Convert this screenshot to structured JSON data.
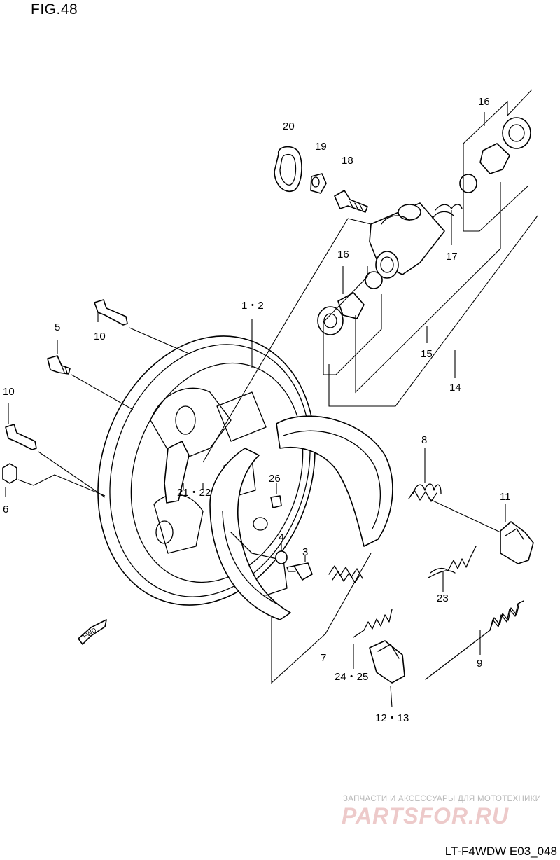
{
  "figure": {
    "title": "FIG.48",
    "code": "LT-F4WDW E03_048"
  },
  "watermark": {
    "tagline": "ЗАПЧАСТИ И АКСЕССУАРЫ ДЛЯ МОТОТЕХНИКИ",
    "logo": "PARTSFOR.RU"
  },
  "direction_arrow": "FWD",
  "callouts": {
    "c1_2": "1・2",
    "c3": "3",
    "c4": "4",
    "c5": "5",
    "c6": "6",
    "c7": "7",
    "c8": "8",
    "c9": "9",
    "c10a": "10",
    "c10b": "10",
    "c11": "11",
    "c12_13": "12・13",
    "c14": "14",
    "c15": "15",
    "c16a": "16",
    "c16b": "16",
    "c17": "17",
    "c18": "18",
    "c19": "19",
    "c20": "20",
    "c21_22": "21・22",
    "c23": "23",
    "c24_25": "24・25",
    "c26": "26"
  },
  "colors": {
    "line": "#000000",
    "background": "#ffffff",
    "watermark_red": "#e0a0a0",
    "watermark_grey": "#b8b8b8"
  }
}
